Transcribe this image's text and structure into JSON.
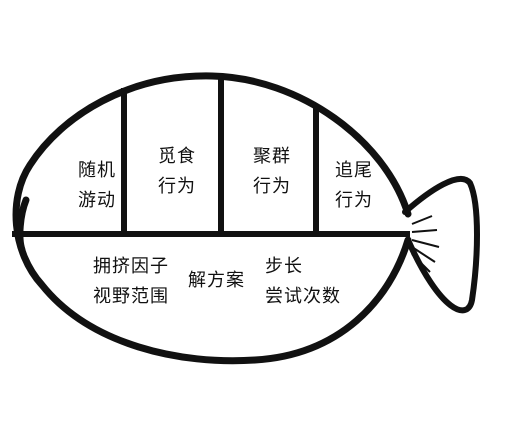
{
  "upper_cells": [
    {
      "line1": "随机",
      "line2": "游动"
    },
    {
      "line1": "觅食",
      "line2": "行为"
    },
    {
      "line1": "聚群",
      "line2": "行为"
    },
    {
      "line1": "追尾",
      "line2": "行为"
    }
  ],
  "lower_groups": [
    {
      "line1": "拥挤因子",
      "line2": "视野范围"
    },
    {
      "line1": "解方案"
    },
    {
      "line1": "步长",
      "line2": "尝试次数"
    }
  ],
  "colors": {
    "stroke": "#111111",
    "text": "#111111",
    "background": "#ffffff"
  }
}
